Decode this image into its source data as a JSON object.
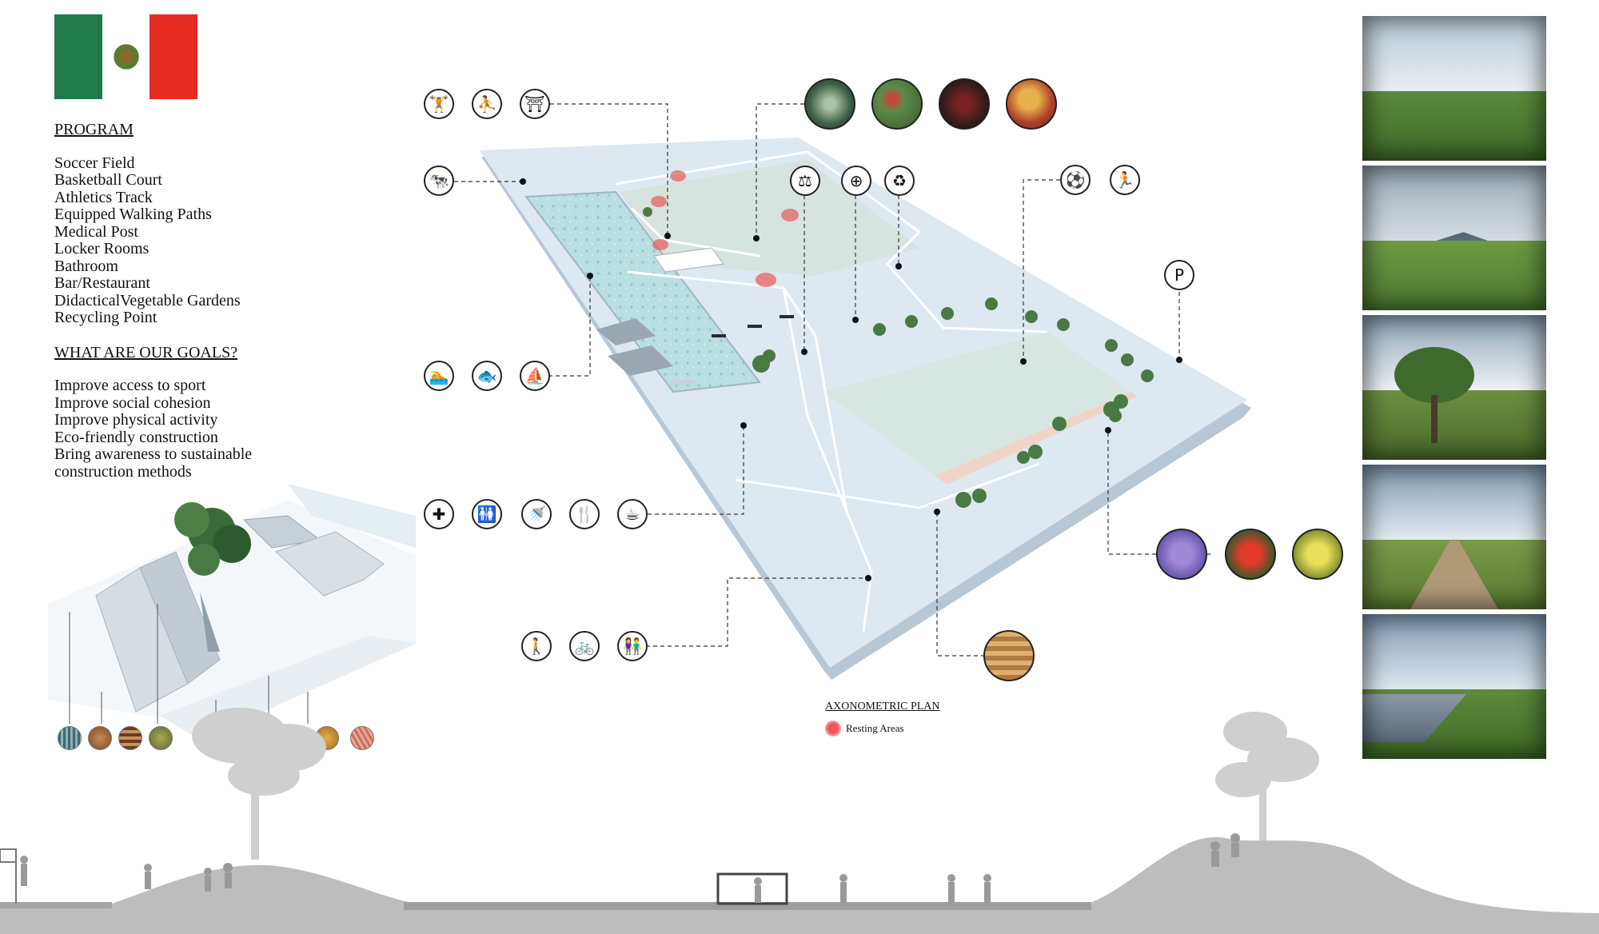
{
  "program": {
    "heading": "PROGRAM",
    "items": [
      "Soccer Field",
      "Basketball Court",
      "Athletics Track",
      "Equipped Walking Paths",
      "Medical Post",
      "Locker Rooms",
      "Bathroom",
      "Bar/Restaurant",
      "DidacticalVegetable Gardens",
      "Recycling Point"
    ]
  },
  "goals": {
    "heading": "WHAT ARE OUR GOALS?",
    "items": [
      "Improve access to sport",
      "Improve social cohesion",
      "Improve physical activity",
      "Eco-friendly construction",
      "Bring awareness to sustainable",
      "construction methods"
    ]
  },
  "plan": {
    "title": "AXONOMETRIC PLAN",
    "legend_label": "Resting Areas",
    "parking_label": "P"
  },
  "colors": {
    "flag_green": "#207a4a",
    "flag_red": "#e52b24",
    "plan_surface": "#dde8f1",
    "water": "#b9dfe0",
    "field": "#d8e6e2",
    "resting_area": "#e85a5a",
    "terrain": "#bdbdbd"
  },
  "icon_groups": [
    {
      "name": "exercise",
      "icons": [
        "weightlifting-icon",
        "fitness-couple-icon",
        "picnic-table-icon"
      ]
    },
    {
      "name": "livestock",
      "icons": [
        "cow-icon"
      ]
    },
    {
      "name": "playground",
      "icons": [
        "seesaw-icon",
        "basketball-icon",
        "recycling-icon"
      ]
    },
    {
      "name": "soccer",
      "icons": [
        "soccer-ball-icon",
        "running-person-icon"
      ]
    },
    {
      "name": "parking",
      "icons": [
        "parking-icon"
      ]
    },
    {
      "name": "water",
      "icons": [
        "swimming-icon",
        "fish-icon",
        "boat-icon"
      ]
    },
    {
      "name": "services",
      "icons": [
        "medical-cross-icon",
        "restroom-icon",
        "shower-icon",
        "restaurant-icon",
        "coffee-cup-icon"
      ]
    },
    {
      "name": "paths",
      "icons": [
        "walking-person-icon",
        "bicycle-icon",
        "couple-icon"
      ]
    }
  ]
}
